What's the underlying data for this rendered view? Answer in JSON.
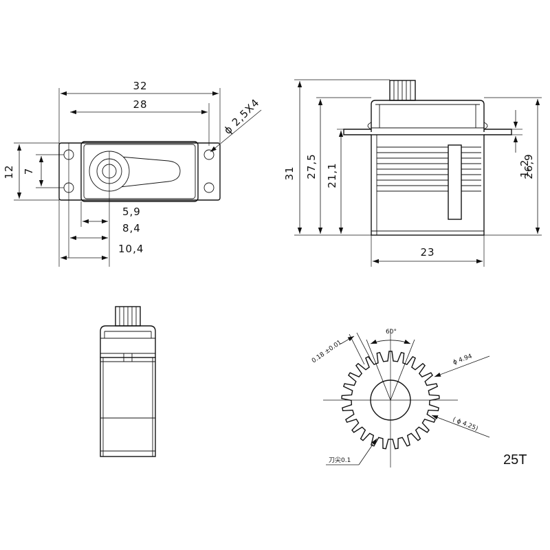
{
  "top_view": {
    "overall_width": "32",
    "hole_spacing": "28",
    "mount_hole": "ϕ 2,5X4",
    "overall_height": "12",
    "hole_pitch": "7",
    "dim_a": "5,9",
    "dim_b": "8,4",
    "dim_c": "10,4"
  },
  "side_view": {
    "total_height": "31",
    "body_height": "27,5",
    "lower_height": "21,1",
    "flange_thickness": "1,2",
    "case_height": "26,9",
    "width": "23"
  },
  "spline": {
    "tooth_width": "0.18 ±0.01",
    "angle": "60°",
    "outer_diameter": "ϕ 4.94",
    "root_diameter": "( ϕ 4.25)",
    "tip_note": "刀尖0.1",
    "teeth_label": "25T"
  }
}
